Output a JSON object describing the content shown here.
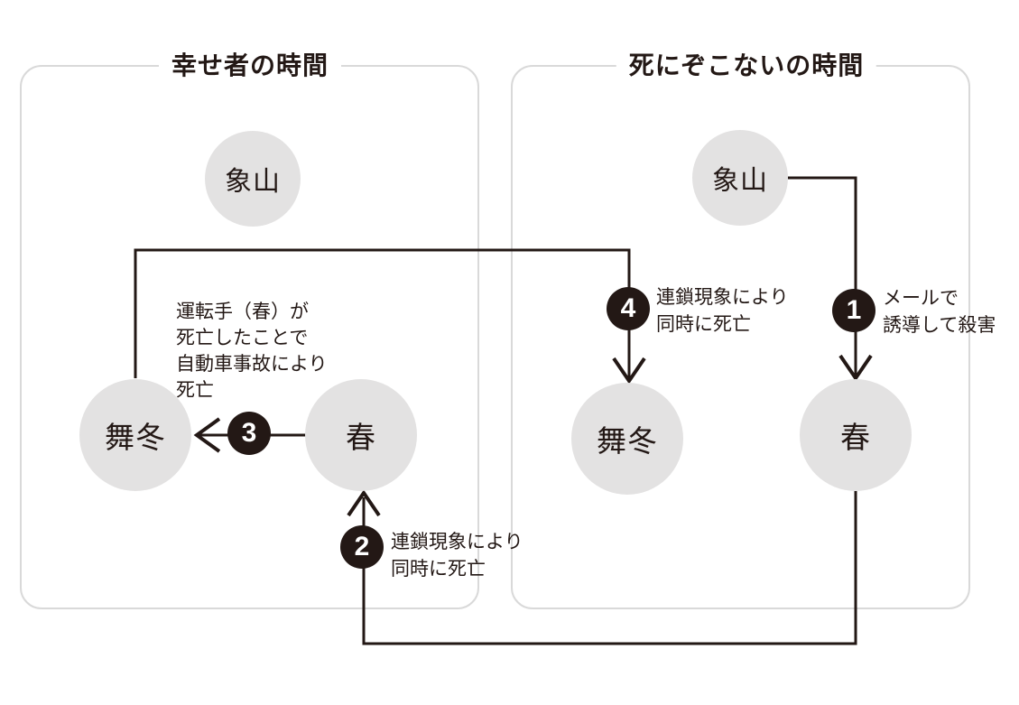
{
  "colors": {
    "ink": "#231815",
    "circle_fill": "#e3e2e2",
    "panel_border": "#d9d9d9",
    "badge_bg": "#231815",
    "badge_text": "#ffffff",
    "background": "#ffffff"
  },
  "panels": {
    "left": {
      "title": "幸せ者の時間"
    },
    "right": {
      "title": "死にぞこないの時間"
    }
  },
  "nodes": {
    "left_zozan": {
      "label": "象山"
    },
    "left_maifuyu": {
      "label": "舞冬"
    },
    "left_haru": {
      "label": "春"
    },
    "right_zozan": {
      "label": "象山"
    },
    "right_maifuyu": {
      "label": "舞冬"
    },
    "right_haru": {
      "label": "春"
    }
  },
  "steps": {
    "s1": {
      "number": "1",
      "lines": [
        "メールで",
        "誘導して殺害"
      ]
    },
    "s2": {
      "number": "2",
      "lines": [
        "連鎖現象により",
        "同時に死亡"
      ]
    },
    "s3": {
      "number": "3",
      "lines": []
    },
    "s4": {
      "number": "4",
      "lines": [
        "連鎖現象により",
        "同時に死亡"
      ]
    }
  },
  "annotations": {
    "accident": {
      "lines": [
        "運転手（春）が",
        "死亡したことで",
        "自動車事故により",
        "死亡"
      ]
    }
  }
}
